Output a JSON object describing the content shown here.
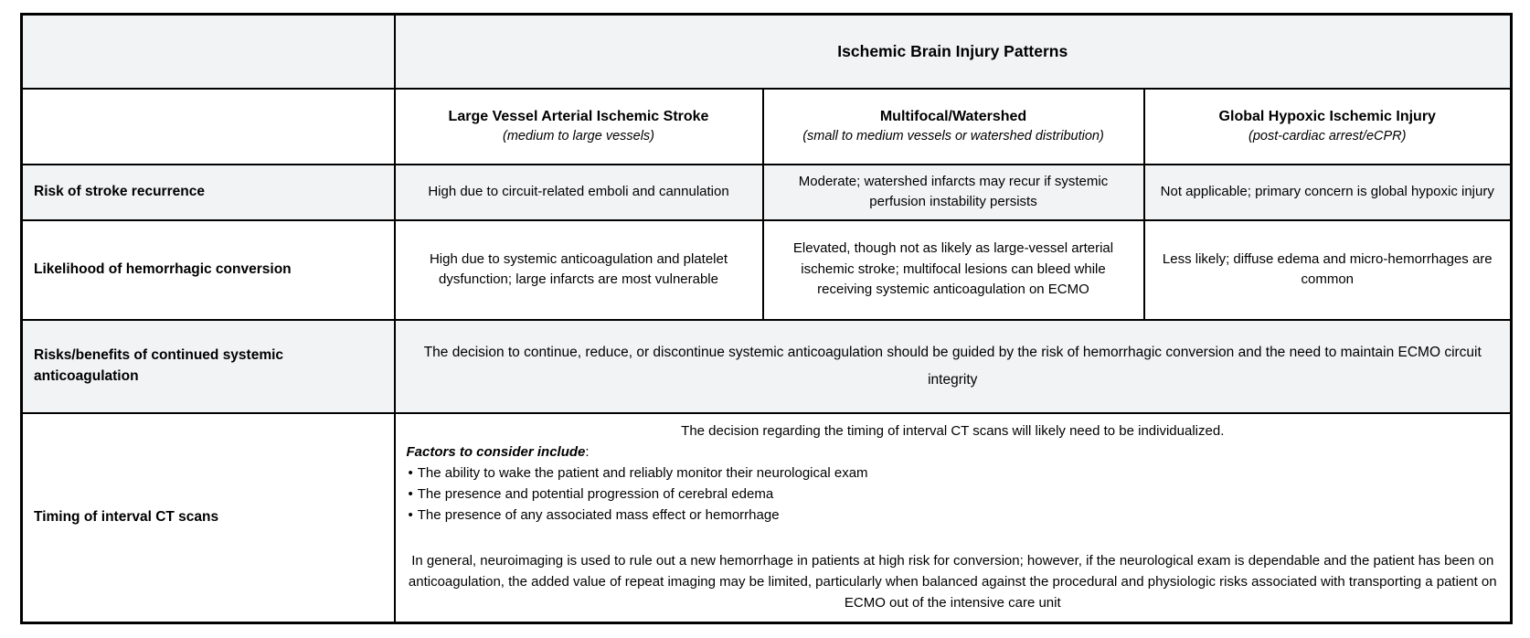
{
  "table": {
    "header": {
      "group_title": "Ischemic Brain Injury Patterns",
      "columns": [
        {
          "title": "Large Vessel Arterial Ischemic Stroke",
          "subtitle": "(medium to large vessels)"
        },
        {
          "title": "Multifocal/Watershed",
          "subtitle": "(small to medium vessels or watershed distribution)"
        },
        {
          "title": "Global Hypoxic Ischemic Injury",
          "subtitle": "(post-cardiac arrest/eCPR)"
        }
      ]
    },
    "rows": [
      {
        "label": "Risk of stroke recurrence",
        "cells": [
          "High due to circuit-related emboli and cannulation",
          "Moderate; watershed infarcts may recur if systemic perfusion instability persists",
          "Not applicable; primary concern is global hypoxic injury"
        ]
      },
      {
        "label": "Likelihood of hemorrhagic conversion",
        "cells": [
          "High due to systemic anticoagulation and platelet dysfunction; large infarcts are most vulnerable",
          "Elevated, though not as likely as large-vessel arterial ischemic stroke; multifocal lesions can bleed while receiving systemic anticoagulation on ECMO",
          "Less likely; diffuse edema and micro-hemorrhages are common"
        ]
      },
      {
        "label": "Risks/benefits of continued systemic anticoagulation",
        "merged_text": "The decision to continue, reduce, or discontinue systemic anticoagulation should be guided by the risk of hemorrhagic conversion and the need to maintain ECMO circuit integrity"
      },
      {
        "label": "Timing of interval CT scans",
        "details": {
          "intro": "The decision regarding the timing of interval CT scans will likely need to be individualized.",
          "factors_label": "Factors to consider include",
          "factors_colon": ":",
          "bullet_char": "•",
          "bullets": [
            "The ability to wake the patient and reliably monitor their neurological exam",
            "The presence and potential progression of cerebral edema",
            "The presence of any associated mass effect or hemorrhage"
          ],
          "summary": "In general, neuroimaging is used to rule out a new hemorrhage in patients at high risk for conversion; however, if the neurological exam is dependable and the patient has been on anticoagulation, the added value of repeat imaging may be limited, particularly when balanced against the procedural and physiologic risks associated with transporting a patient on ECMO out of the intensive care unit"
        }
      }
    ]
  },
  "colors": {
    "row_shade": "#f2f3f5",
    "border": "#000000",
    "text": "#000000",
    "background": "#ffffff"
  }
}
